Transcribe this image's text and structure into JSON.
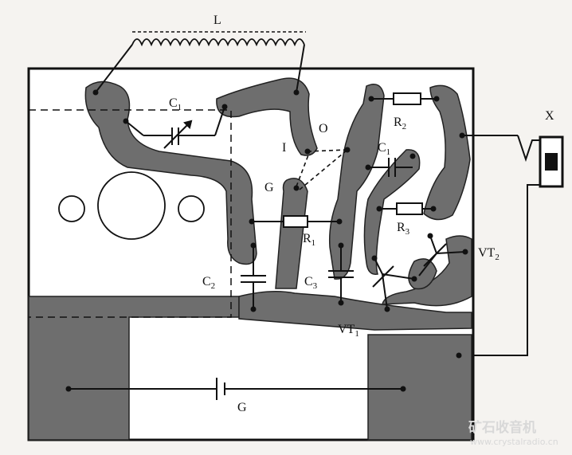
{
  "diagram": {
    "labels": {
      "inductor": "L",
      "c1_top": "C",
      "c1_top_sub": "1",
      "c1_mid": "C",
      "c1_mid_sub": "1",
      "r2": "R",
      "r2_sub": "2",
      "r1": "R",
      "r1_sub": "1",
      "r3": "R",
      "r3_sub": "3",
      "c2": "C",
      "c2_sub": "2",
      "c3": "C",
      "c3_sub": "3",
      "vt1": "VT",
      "vt1_sub": "1",
      "vt2": "VT",
      "vt2_sub": "2",
      "pin_i": "I",
      "pin_o": "O",
      "pin_g": "G",
      "battery": "G",
      "output": "X"
    },
    "colors": {
      "board": "#ffffff",
      "copper": "#6e6e6e",
      "trace": "#111111"
    }
  },
  "watermark": {
    "site_name_cn": "矿石收音机",
    "url": "www.crystalradio.cn"
  }
}
